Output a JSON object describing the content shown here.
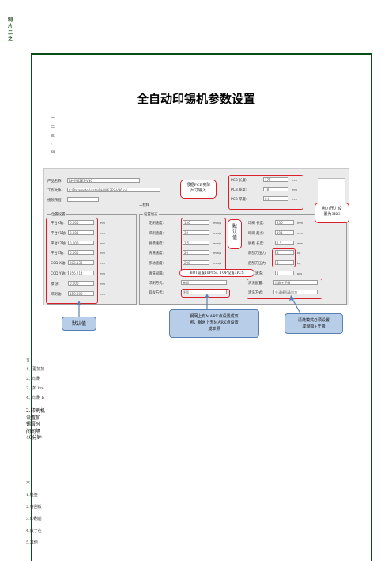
{
  "margin_text": "制\n片\n二\n之",
  "title": "全自动印锡机参数设置",
  "intro_marks": [
    "一",
    "二",
    "三",
    "、",
    "四"
  ],
  "screen": {
    "product_name_label": "产品名称:",
    "product_name_value": "BH-M62ES-V36",
    "work_file_label": "工作文件:",
    "work_file_value": "C:\\Parameter\\data\\BH-M62ES-V36.prj",
    "reserve_label": "视频预程:",
    "project_tab": "工程样",
    "pcb_length_label": "PCB 长度:",
    "pcb_length_value": "177",
    "pcb_width_label": "PCB 宽度:",
    "pcb_width_value": "78",
    "pcb_thickness_label": "PCB 厚度:",
    "pcb_thickness_value": "0.8",
    "unit_mm": "mm",
    "unit_mms": "mm/s",
    "unit_kg": "kg",
    "unit_pcs": "pcs",
    "position_group": "位置设置",
    "position_rows": [
      {
        "label": "平台X轴:",
        "value": "0.000"
      },
      {
        "label": "平台Y1轴:",
        "value": "0.000"
      },
      {
        "label": "平台Y2轴:",
        "value": "0.000"
      },
      {
        "label": "平台Z轴:",
        "value": "0.000"
      },
      {
        "label": "CCD X轴:",
        "value": "302.136"
      },
      {
        "label": "CCD Y轴:",
        "value": "356.214"
      },
      {
        "label": "擦 洗:",
        "value": "0.000"
      },
      {
        "label": "印刷轴:",
        "value": "150.000"
      }
    ],
    "status_group": "设置状态",
    "status_rows": [
      {
        "label": "走刷速度:",
        "value": "150"
      },
      {
        "label": "印刷速度:",
        "value": "30"
      },
      {
        "label": "脱模速度:",
        "value": "2.5"
      },
      {
        "label": "清洗速度:",
        "value": "20"
      },
      {
        "label": "移动速度:",
        "value": "200"
      }
    ],
    "clean_interval_label": "清洗间隔:",
    "print_mode_label": "印刷方式:",
    "print_mode_value": "单印",
    "loading_label": "取板方式:",
    "loading_value": "逐项",
    "right_rows": [
      {
        "label": "印刷 长度:",
        "value": "230"
      },
      {
        "label": "印刷 起点:",
        "value": "191"
      },
      {
        "label": "脱模 长度:",
        "value": "1.5"
      },
      {
        "label": "前刮刀压力:",
        "value": "3"
      },
      {
        "label": "后刮刀压力:",
        "value": "3"
      },
      {
        "label": "人工清洗:",
        "value": "1"
      }
    ],
    "clean_config_label": "清洗配置:",
    "clean_config_value": "湿刷+干吸",
    "clean_mode_label": "清洗方式:",
    "clean_mode_value": "先清横再清刮刀"
  },
  "callouts": {
    "pcb_input": "根据PCB实际\n尺寸输入",
    "default_vertical": "默\n认\n值",
    "clean_interval": "BOT设置10PCS，TOP设置3PCS",
    "pressure": "刮刀压力设\n置为3KG",
    "default_value": "默认值",
    "mark": "钢网上有MARK点设置成双\n照，钢网上无MARK点设置\n成单照",
    "clean_mode": "清洗模式必须设置\n成湿吸+干吸"
  },
  "notes_top": [
    "五",
    "1、更加加",
    "2、印刷",
    "3、如 hm",
    "4、印刷 b"
  ],
  "note_block": "2.印刷机\n设置加\n锡膏时\n间间隔\n40分钟",
  "notes_bottom": [
    "六",
    "1.检查",
    "2.将刮板",
    "3.印刷前",
    "4.放于在",
    "5.其他"
  ]
}
